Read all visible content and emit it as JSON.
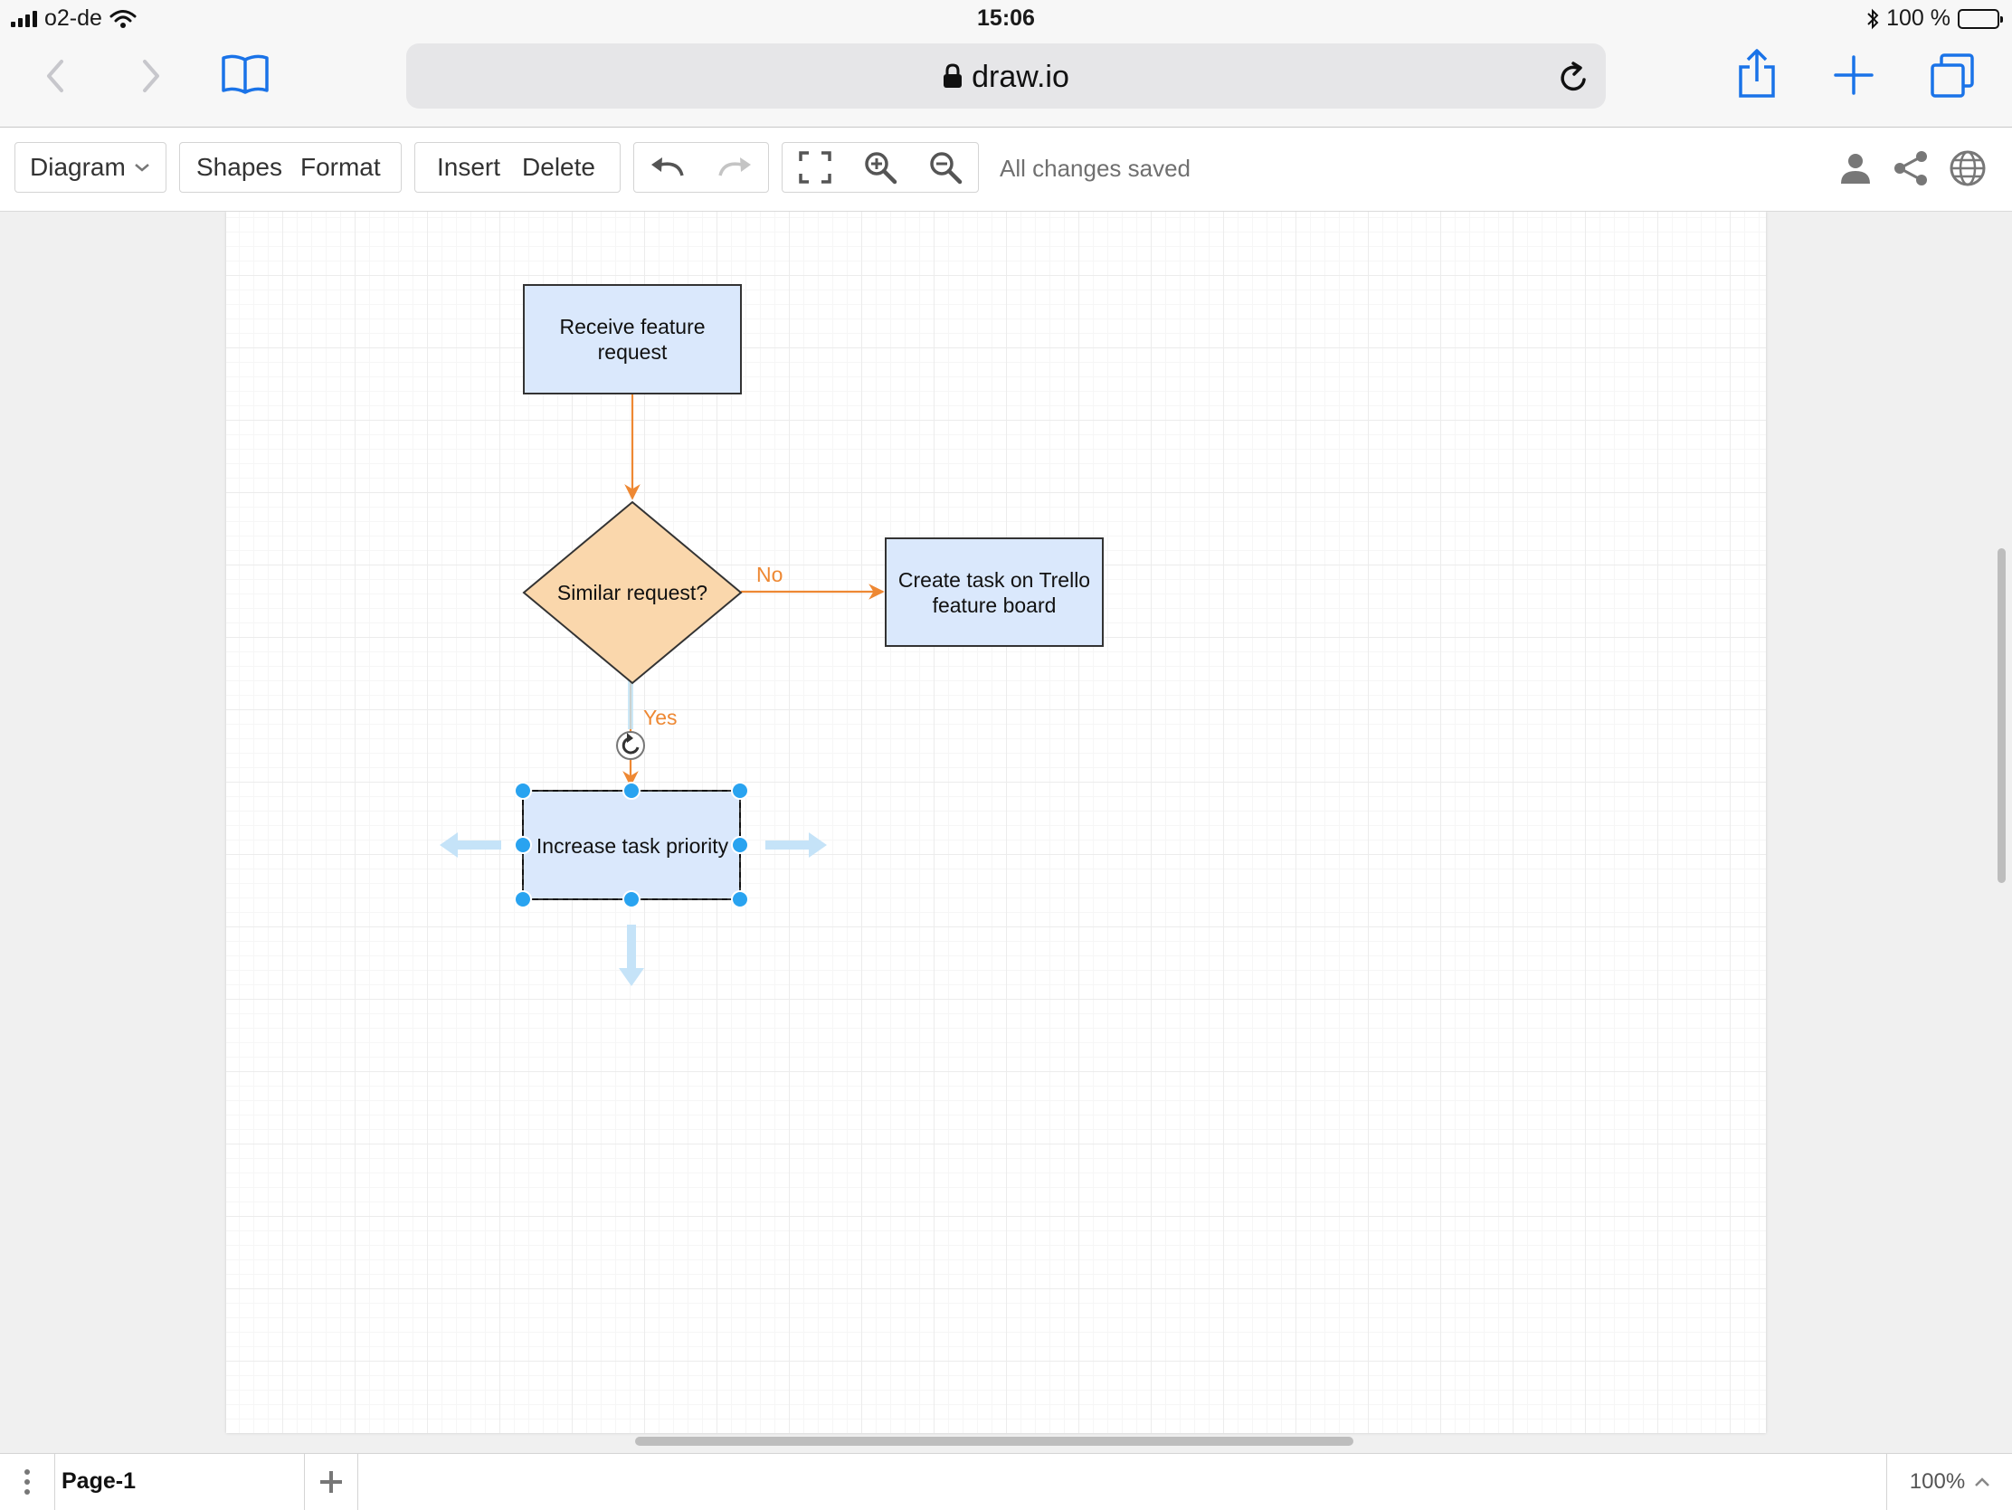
{
  "status_bar": {
    "carrier": "o2-de",
    "time": "15:06",
    "battery_text": "100 %",
    "battery_level": 1.0,
    "icons": [
      "signal-icon",
      "wifi-icon",
      "bluetooth-icon",
      "battery-icon"
    ]
  },
  "browser": {
    "url": "draw.io",
    "icons": [
      "back-icon",
      "forward-icon",
      "bookmarks-icon",
      "lock-icon",
      "reload-icon",
      "share-icon",
      "new-tab-icon",
      "tabs-icon"
    ],
    "accent_color": "#1a73e8"
  },
  "toolbar": {
    "diagram_label": "Diagram",
    "shapes_label": "Shapes",
    "format_label": "Format",
    "insert_label": "Insert",
    "delete_label": "Delete",
    "status_text": "All changes saved",
    "icons": [
      "undo-icon",
      "redo-icon",
      "fullscreen-icon",
      "zoom-in-icon",
      "zoom-out-icon",
      "user-icon",
      "share-icon",
      "globe-icon"
    ]
  },
  "diagram": {
    "nodes": [
      {
        "id": "receive",
        "shape": "rectangle",
        "lines": [
          "Receive feature",
          "request"
        ],
        "fill": "#dae8fc"
      },
      {
        "id": "similar",
        "shape": "diamond",
        "lines": [
          "Similar request?"
        ],
        "fill": "#fad7ac"
      },
      {
        "id": "create",
        "shape": "rectangle",
        "lines": [
          "Create task on Trello",
          "feature board"
        ],
        "fill": "#dae8fc"
      },
      {
        "id": "increase",
        "shape": "rectangle",
        "lines": [
          "Increase task priority"
        ],
        "fill": "#dae8fc",
        "selected": true
      }
    ],
    "edges": [
      {
        "from": "receive",
        "to": "similar",
        "label": ""
      },
      {
        "from": "similar",
        "to": "create",
        "label": "No"
      },
      {
        "from": "similar",
        "to": "increase",
        "label": "Yes"
      }
    ],
    "edge_color": "#ee8833",
    "stroke_color": "#333333",
    "selection_color": "#29a3f0"
  },
  "pages": {
    "current": "Page-1",
    "icons": [
      "more-vertical-icon",
      "add-page-icon"
    ]
  },
  "zoom": {
    "level": "100%",
    "icon": "chevron-up-icon"
  }
}
